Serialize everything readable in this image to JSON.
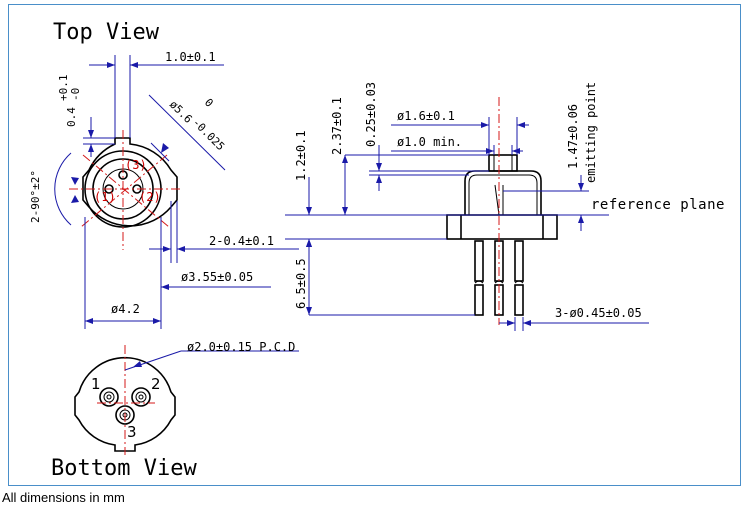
{
  "views": {
    "top_title": "Top View",
    "bottom_title": "Bottom View"
  },
  "top_view_dims": {
    "tab_width": "1.0±0.1",
    "tab_depth": "0.4",
    "tab_depth_tol_plus": "+0.1",
    "tab_depth_tol_minus": "-0",
    "flange_dia": "ø5.6",
    "flange_dia_tol_plus": "0",
    "flange_dia_tol_minus": "-0.025",
    "notch_angle": "2-90°±2°",
    "notch_depth": "2-0.4±0.1",
    "cap_dia": "ø3.55±0.05",
    "body_dia": "ø4.2"
  },
  "top_view_pins": {
    "pin1": "(1)",
    "pin2": "(2)",
    "pin3": "(3)"
  },
  "side_view_dims": {
    "window_dia": "ø1.6±0.1",
    "window_min": "ø1.0 min.",
    "cap_height": "2.37±0.1",
    "window_thickness": "0.25±0.03",
    "flange_thickness": "1.2±0.1",
    "emit_height": "1.47±0.06",
    "emit_label": "emitting point",
    "ref_plane": "reference plane",
    "lead_length": "6.5±0.5",
    "lead_dia": "3-ø0.45±0.05"
  },
  "bottom_view": {
    "pcd": "ø2.0±0.15 P.C.D",
    "pin1": "1",
    "pin2": "2",
    "pin3": "3"
  },
  "footnote": "All dimensions in mm",
  "colors": {
    "frame": "#4a8fc9",
    "dimension": "#1a1aa8",
    "centerline": "#d41a1a"
  }
}
